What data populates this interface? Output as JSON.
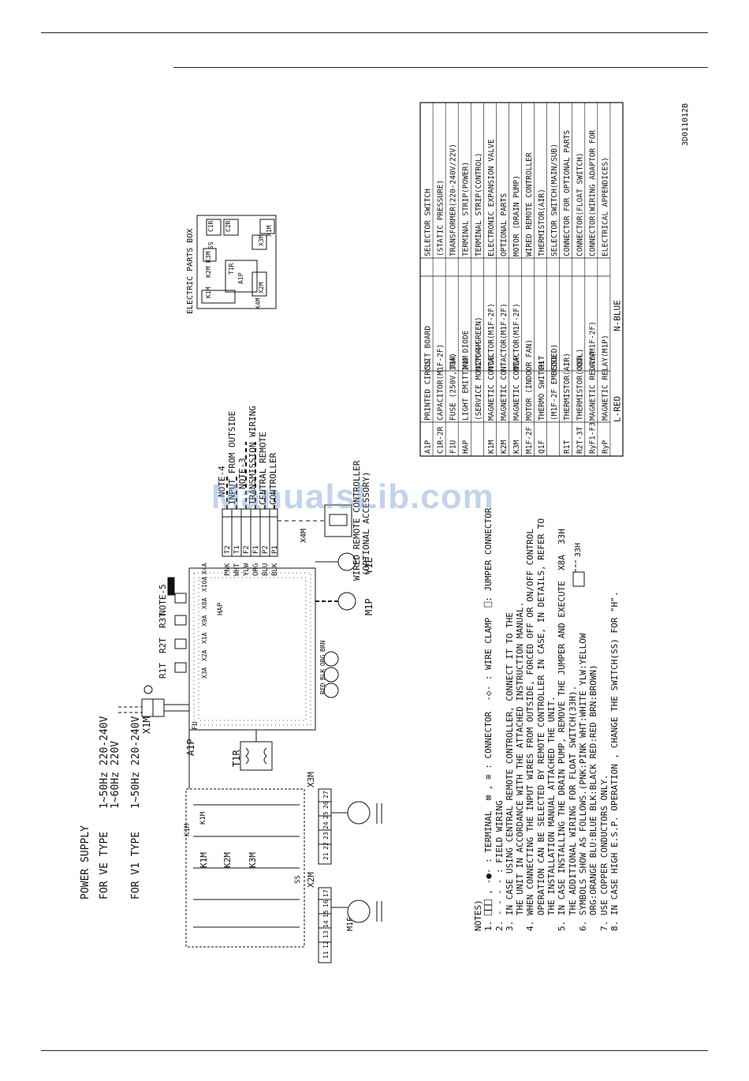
{
  "doc_code": "3D011012B",
  "power_supply": {
    "title": "POWER SUPPLY",
    "ve_label": "FOR VE TYPE",
    "ve_line1": "1~50Hz 220-240V",
    "ve_line2": "1~60Hz 220V",
    "v1_label": "FOR V1 TYPE",
    "v1_line1": "1~50Hz 220-240V"
  },
  "electric_parts_box": {
    "title": "ELECTRIC PARTS BOX",
    "parts": [
      "K1M",
      "K2M",
      "K3M",
      "SS",
      "C1R",
      "C2R",
      "T1R",
      "X3M",
      "X2M",
      "A1P",
      "X1M",
      "X4M"
    ]
  },
  "diagram_labels": {
    "x1m": "X1M",
    "a1p": "A1P",
    "t1r": "T1R",
    "x2m": "X2M",
    "x3m": "X3M",
    "x4m": "X4M",
    "k1m": "K1M",
    "k2m": "K2M",
    "k3m": "K3M",
    "y1e": "Y1E",
    "m1p": "M1P",
    "m1f": "M1F",
    "fu": "FU",
    "hap": "HAP",
    "ss": "SS",
    "r1t": "R1T",
    "r2t": "R2T",
    "r3t": "R3T",
    "note5": "NOTE-5",
    "h33": "33H",
    "note4": "NOTE-4",
    "input_from_outside": "INPUT FROM OUTSIDE",
    "note3": "NOTE-3",
    "transmission_wiring": "TRANSMISSION WIRING",
    "central_remote": "CENTRAL REMOTE",
    "controller": "CONTROLLER",
    "wired_remote": "WIRED REMOTE CONTROLLER",
    "optional_accessory": "(OPTIONAL ACCESSORY)",
    "terminals": [
      "T2",
      "T1",
      "F2",
      "F1",
      "P2",
      "P1"
    ],
    "wire_colors": [
      "PNK",
      "WHT",
      "YLW",
      "ORG",
      "BLU",
      "BLK"
    ],
    "a1p_connectors": [
      "X3A",
      "X2A",
      "X1A",
      "X9A",
      "X8A",
      "X10A",
      "X4A"
    ],
    "x2m_terms": [
      "11",
      "12",
      "13",
      "14",
      "15",
      "16",
      "17"
    ],
    "x3m_terms": [
      "21",
      "22",
      "23",
      "24",
      "25",
      "26",
      "27"
    ],
    "colors_row": [
      "RED",
      "BLK",
      "ORG",
      "BRN"
    ]
  },
  "legend": {
    "rows": [
      [
        "A1P",
        "PRINTED CIRCUIT BOARD",
        "SS",
        "SELECTOR SWITCH"
      ],
      [
        "C1R-2R",
        "CAPACITOR(M1F-2F)",
        "",
        "(STATIC PRESSURE)"
      ],
      [
        "F1U",
        "FUSE (250V,10A)",
        "T1R",
        "TRANSFORMER(220-240V/22V)"
      ],
      [
        "HAP",
        "LIGHT EMITTING DIODE",
        "X1M",
        "TERMINAL STRIP(POWER)"
      ],
      [
        "",
        "(SERVICE MONITOR-GREEN)",
        "X2M-4M",
        "TERMINAL STRIP(CONTROL)"
      ],
      [
        "K1M",
        "MAGNETIC CONTACTOR(M1F-2F)",
        "Y1E",
        "ELECTRONIC EXPANSION VALVE"
      ],
      [
        "K2M",
        "MAGNETIC CONTACTOR(M1F-2F)",
        "",
        "OPTIONAL PARTS"
      ],
      [
        "K3M",
        "MAGNETIC CONTACTOR(M1F-2F)",
        "M1P",
        "MOTOR (DRAIN PUMP)"
      ],
      [
        "M1F-2F",
        "MOTOR (INDOOR FAN)",
        "",
        "WIRED REMOTE CONTROLLER"
      ],
      [
        "Q1F",
        "THERMO SWITCH",
        "R1T",
        "THERMISTOR(AIR)"
      ],
      [
        "",
        "(M1F-2F EMBEDDED)",
        "SS1",
        "SELECTOR SWITCH(MAIN/SUB)"
      ],
      [
        "R1T",
        "THERMISTOR(AIR)",
        "",
        "CONNECTOR FOR OPTIONAL PARTS"
      ],
      [
        "R2T-3T",
        "THERMISTOR(COIL)",
        "X8A",
        "CONNECTOR(FLOAT SWITCH)"
      ],
      [
        "RyF1-F3",
        "MAGNETIC RELAY(M1F-2F)",
        "X18A",
        "CONNECTOR(WIRING ADAPTOR FOR"
      ],
      [
        "RyP",
        "MAGNETIC RELAY(M1P)",
        "",
        "ELECTRICAL APPENDICES)"
      ]
    ],
    "footer_left": "L-RED",
    "footer_right": "N-BLUE"
  },
  "notes": {
    "title": "NOTES)",
    "lines": [
      "1. ⎕⎕⎕ , -●- : TERMINAL  ⊠ , ≡ : CONNECTOR  -◇- : WIRE CLAMP  ⎕: JUMPER CONNECTOR",
      "2. - - - - : FIELD WIRING",
      "3. IN CASE USING CENTRAL REMOTE CONTROLLER, CONNECT IT TO THE",
      "   THE UNIT IN ACCORDANCE WITH THE ATTACHED INSTRUCTION MANUAL.",
      "4. WHEN CONNECTING THE INPUT WIRES FROM OUTSIDE, FORCED OFF OR ON/OFF CONTROL",
      "   OPERATION CAN BE SELECTED BY REMOTE CONTROLLER IN CASE, IN DETAILS, REFER TO",
      "   THE INSTALLATION MANUAL ATTACHED THE UNIT.",
      "5. IN CASE INSTALLING THE DRAIN PUMP, REMOVE THE JUMPER AND EXECUTE  X8A  33H",
      "   THE ADDITIONAL WIRING FOR FLOAT SWITCH(33H).",
      "6. SYMBOLS SHOW AS FOLLOWS.(PNK:PINK WHT:WHITE YLW:YELLOW",
      "   ORG:ORANGE BLU:BLUE BLK:BLACK RED:RED BRN:BROWN)",
      "7. USE COPPER CONDUCTORS ONLY.",
      "8. IN CASE HIGH E.S.P. OPERATION , CHANGE THE SWITCH(SS) FOR \"H\"."
    ]
  },
  "watermark": "ManualsLib.com"
}
